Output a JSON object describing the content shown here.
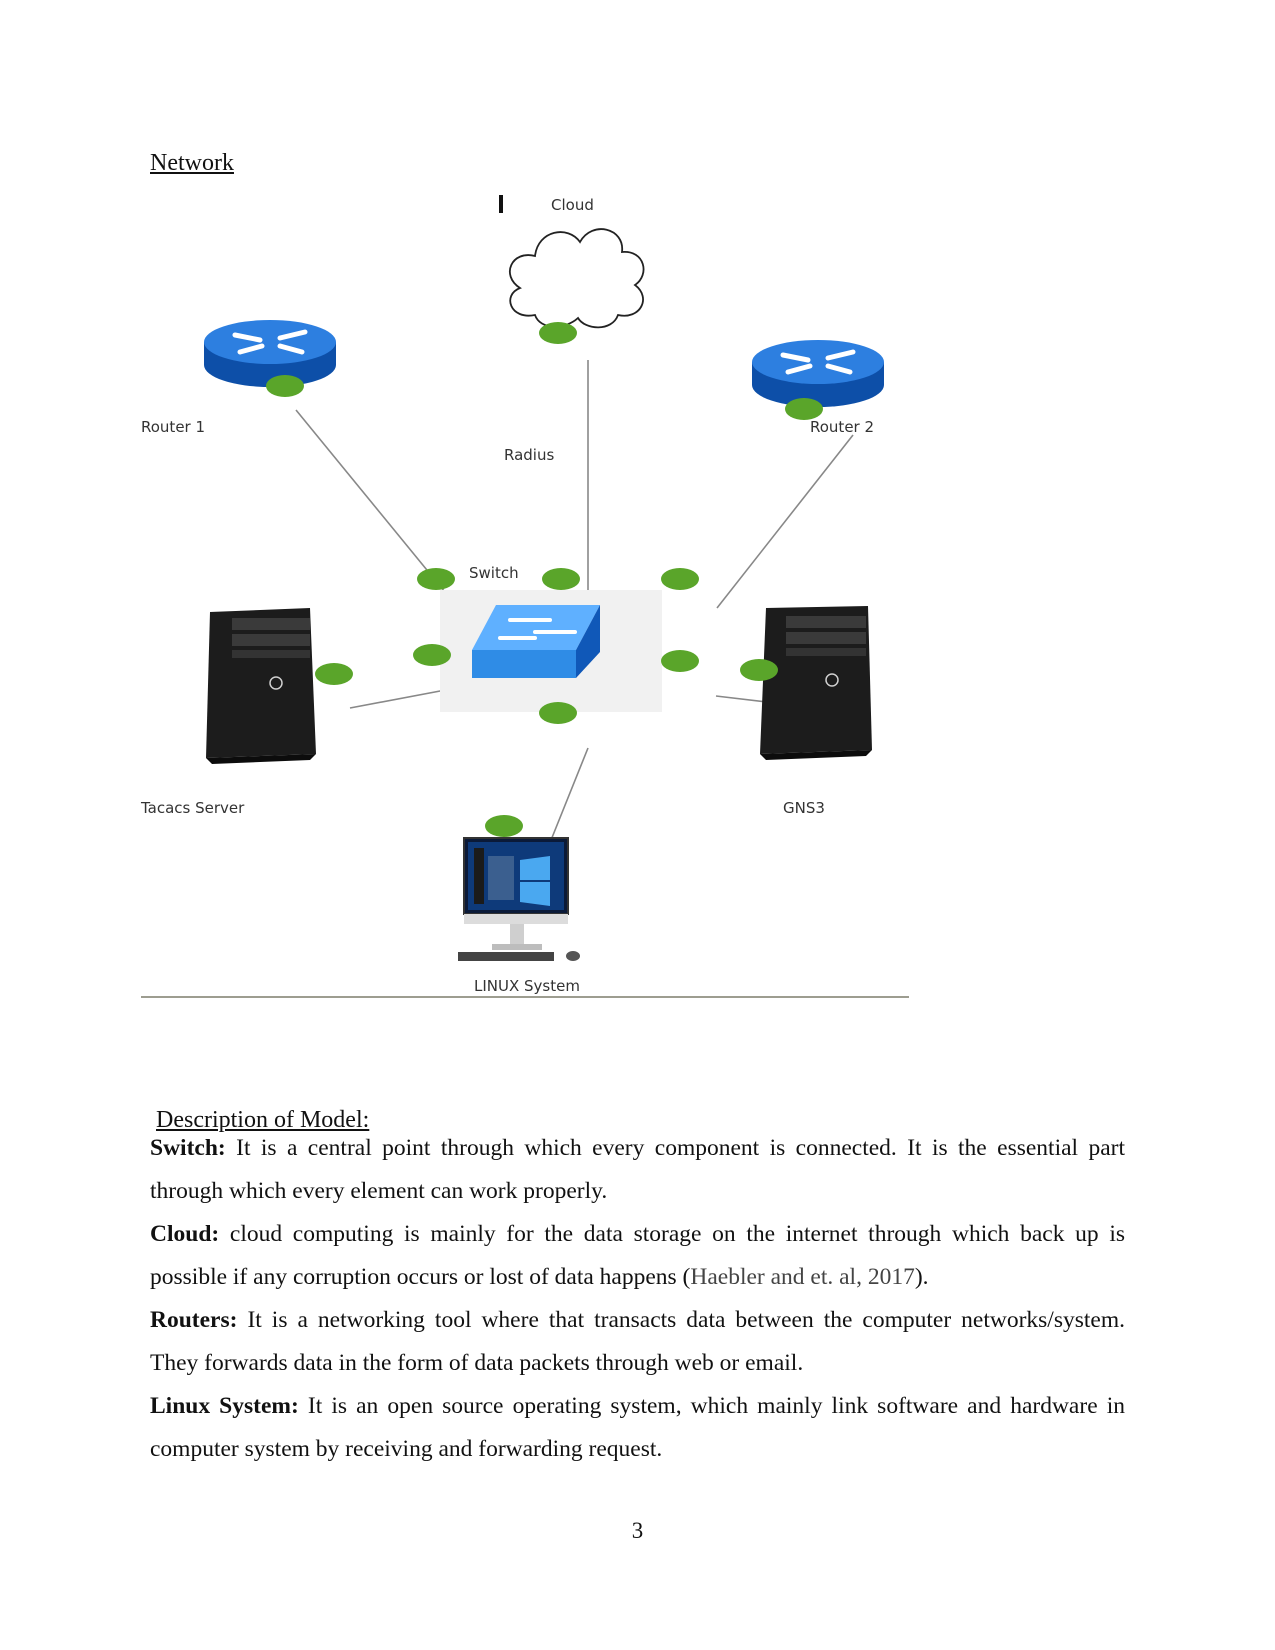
{
  "heading": "Network",
  "diagram": {
    "labels": {
      "cloud": "Cloud",
      "router1": "Router 1",
      "router2": "Router 2",
      "radius": "Radius",
      "switch": "Switch",
      "tacacs": "Tacacs Server",
      "gns3": "GNS3",
      "linux": "LINUX System"
    },
    "colors": {
      "node_dot": "#5aa52a",
      "router_blue": "#1f6fd6",
      "switch_blue": "#2f8ce6",
      "link": "#888888"
    }
  },
  "description": {
    "title": "Description of Model:",
    "items": [
      {
        "term": "Switch:",
        "text": " It is a central point through which every component is connected. It is the essential part through which every element can work properly."
      },
      {
        "term": "Cloud:",
        "text": " cloud computing is mainly for the data storage on the internet through which back up is possible if any corruption occurs or lost of data happens (",
        "citation": "Haebler and et. al, 2017",
        "tail": ")."
      },
      {
        "term": "Routers:",
        "text": " It is a networking tool where that transacts data between the computer networks/system. They forwards data in the form of data packets through web or email."
      },
      {
        "term": "Linux System:",
        "text": " It is an open source operating system, which mainly link software and hardware in computer system by receiving and forwarding request."
      }
    ]
  },
  "page_number": "3"
}
